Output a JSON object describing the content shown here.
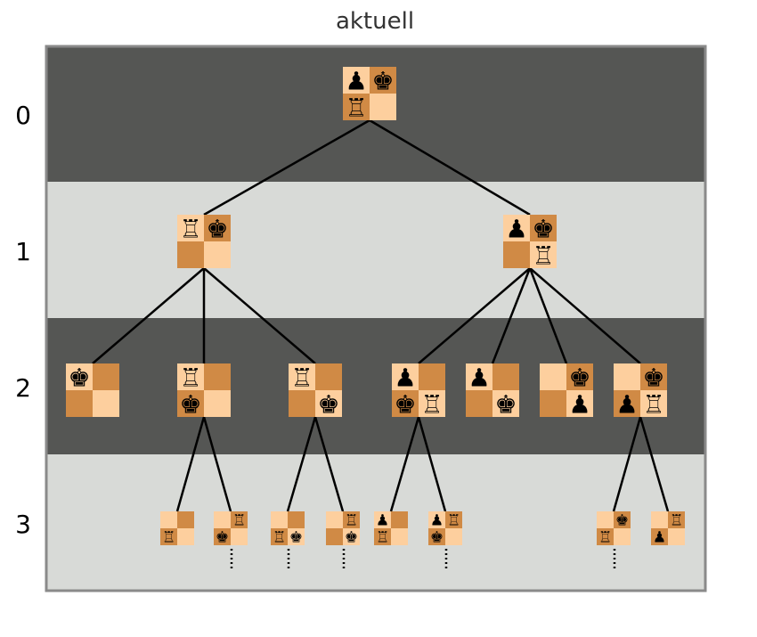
{
  "title": "aktuell",
  "levels": [
    "0",
    "1",
    "2",
    "3"
  ],
  "colors": {
    "band_dark": "#555654",
    "band_light": "#d8dad7",
    "border": "#8a8a8a",
    "square_light": "#fdcf9e",
    "square_dark": "#d08a45",
    "edge": "#000000"
  },
  "nodes": [
    {
      "id": "r",
      "level": 0,
      "parent": null,
      "board": [
        "bp",
        "bk",
        "wr",
        ""
      ]
    },
    {
      "id": "a",
      "level": 1,
      "parent": "r",
      "board": [
        "wr",
        "bk",
        "",
        ""
      ]
    },
    {
      "id": "b",
      "level": 1,
      "parent": "r",
      "board": [
        "bp",
        "bk",
        "",
        "wr"
      ]
    },
    {
      "id": "a1",
      "level": 2,
      "parent": "a",
      "board": [
        "bk",
        "",
        "",
        ""
      ]
    },
    {
      "id": "a2",
      "level": 2,
      "parent": "a",
      "board": [
        "wr",
        "",
        "bk",
        ""
      ]
    },
    {
      "id": "a3",
      "level": 2,
      "parent": "a",
      "board": [
        "wr",
        "",
        "",
        "bk"
      ]
    },
    {
      "id": "b1",
      "level": 2,
      "parent": "b",
      "board": [
        "bp",
        "",
        "bk",
        "wr"
      ]
    },
    {
      "id": "b2",
      "level": 2,
      "parent": "b",
      "board": [
        "bp",
        "",
        "",
        "bk"
      ]
    },
    {
      "id": "b3",
      "level": 2,
      "parent": "b",
      "board": [
        "",
        "bk",
        "",
        "bp"
      ]
    },
    {
      "id": "b4",
      "level": 2,
      "parent": "b",
      "board": [
        "",
        "bk",
        "bp",
        "wr"
      ]
    },
    {
      "id": "a2a",
      "level": 3,
      "parent": "a2",
      "board": [
        "",
        "",
        "wr",
        ""
      ],
      "continues": false
    },
    {
      "id": "a2b",
      "level": 3,
      "parent": "a2",
      "board": [
        "",
        "wr",
        "bk",
        ""
      ],
      "continues": true
    },
    {
      "id": "a3a",
      "level": 3,
      "parent": "a3",
      "board": [
        "",
        "",
        "wr",
        "bk"
      ],
      "continues": true
    },
    {
      "id": "a3b",
      "level": 3,
      "parent": "a3",
      "board": [
        "",
        "wr",
        "",
        "bk"
      ],
      "continues": true
    },
    {
      "id": "b1a",
      "level": 3,
      "parent": "b1",
      "board": [
        "bp",
        "",
        "wr",
        ""
      ],
      "continues": false
    },
    {
      "id": "b1b",
      "level": 3,
      "parent": "b1",
      "board": [
        "bp",
        "wr",
        "bk",
        ""
      ],
      "continues": true
    },
    {
      "id": "b4a",
      "level": 3,
      "parent": "b4",
      "board": [
        "",
        "bk",
        "wr",
        ""
      ],
      "continues": true
    },
    {
      "id": "b4b",
      "level": 3,
      "parent": "b4",
      "board": [
        "",
        "wr",
        "bp",
        ""
      ],
      "continues": false
    }
  ]
}
